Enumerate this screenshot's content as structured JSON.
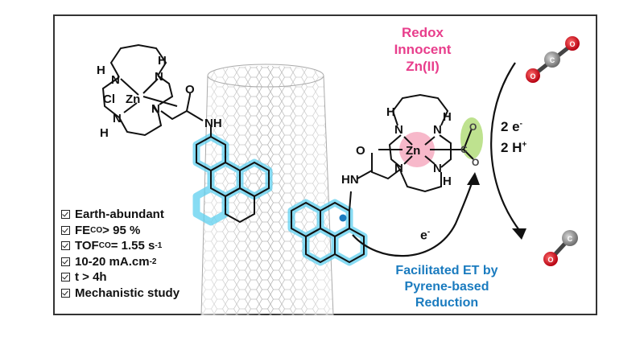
{
  "labels": {
    "redox": [
      "Redox",
      "Innocent",
      "Zn(II)"
    ],
    "electrons_top": "2 e",
    "electrons_top_sup": "-",
    "protons": "2 H",
    "protons_sup": "+",
    "single_electron": "e",
    "single_electron_sup": "-",
    "facilitated": [
      "Facilitated ET by",
      "Pyrene-based",
      "Reduction"
    ]
  },
  "left_molecule": {
    "atoms": [
      "H",
      "N",
      "N",
      "H",
      "Cl",
      "Zn",
      "N",
      "H",
      "N",
      "O",
      "NH"
    ]
  },
  "right_molecule": {
    "atoms": [
      "H",
      "N",
      "N",
      "H",
      "O",
      "Zn",
      "N",
      "N",
      "H",
      "HN",
      "C",
      "O",
      "O"
    ]
  },
  "co2_label": {
    "c": "C",
    "o1": "O",
    "o2": "O"
  },
  "co_label": {
    "c": "C",
    "o": "O"
  },
  "checklist": [
    {
      "text": "Earth-abundant"
    },
    {
      "text": "FE",
      "sub": "CO",
      "rest": " > 95 %"
    },
    {
      "text": "TOF",
      "sub": "CO",
      "rest": " = 1.55 s",
      "sup": "-1"
    },
    {
      "text": "10-20 mA.cm",
      "sup": "-2"
    },
    {
      "text": "t > 4h"
    },
    {
      "text": "Mechanistic study"
    }
  ],
  "colors": {
    "pink": "#e83e8c",
    "blue": "#1a7bbf",
    "pyrene_glow": "#5fd0ef",
    "co2_glow": "#a8d86a",
    "zn_glow": "#f4a0b8",
    "oxygen": "#d0101a",
    "carbon": "#8a8a8a"
  }
}
